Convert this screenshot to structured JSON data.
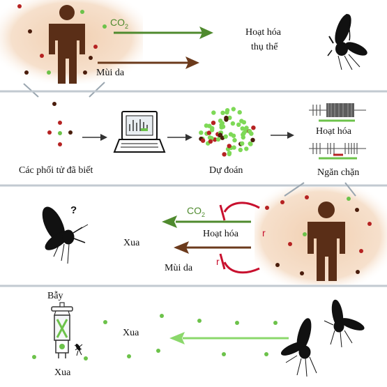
{
  "colors": {
    "green_arrow": "#4f8a2e",
    "brown_arrow": "#6b3a1c",
    "light_green_arrow": "#8bd86b",
    "red_block": "#c8102e",
    "figure": "#5a2e17",
    "glow": "#f3d6bd",
    "panel_line": "#9aa6b0",
    "dot_green": "#6cc24a",
    "dot_red": "#b52222",
    "dot_brown": "#4a1d0c"
  },
  "panel1": {
    "co2_base": "CO",
    "co2_sub": "2",
    "skin_odor": "Mùi da",
    "activate_line1": "Hoạt hóa",
    "activate_line2": "thụ thể"
  },
  "panel2": {
    "known_ligands": "Các phối tử đã biết",
    "prediction": "Dự đoán",
    "activation": "Hoạt hóa",
    "inhibition": "Ngăn chặn"
  },
  "panel3": {
    "question_mark": "?",
    "co2_base": "CO",
    "co2_sub": "2",
    "activation": "Hoạt hóa",
    "skin_odor": "Mùi da",
    "repel": "Xua",
    "r_top": "r",
    "r_bottom": "r"
  },
  "panel4": {
    "trap": "Bẫy",
    "repel_middle": "Xua",
    "repel_bottom": "Xua"
  }
}
